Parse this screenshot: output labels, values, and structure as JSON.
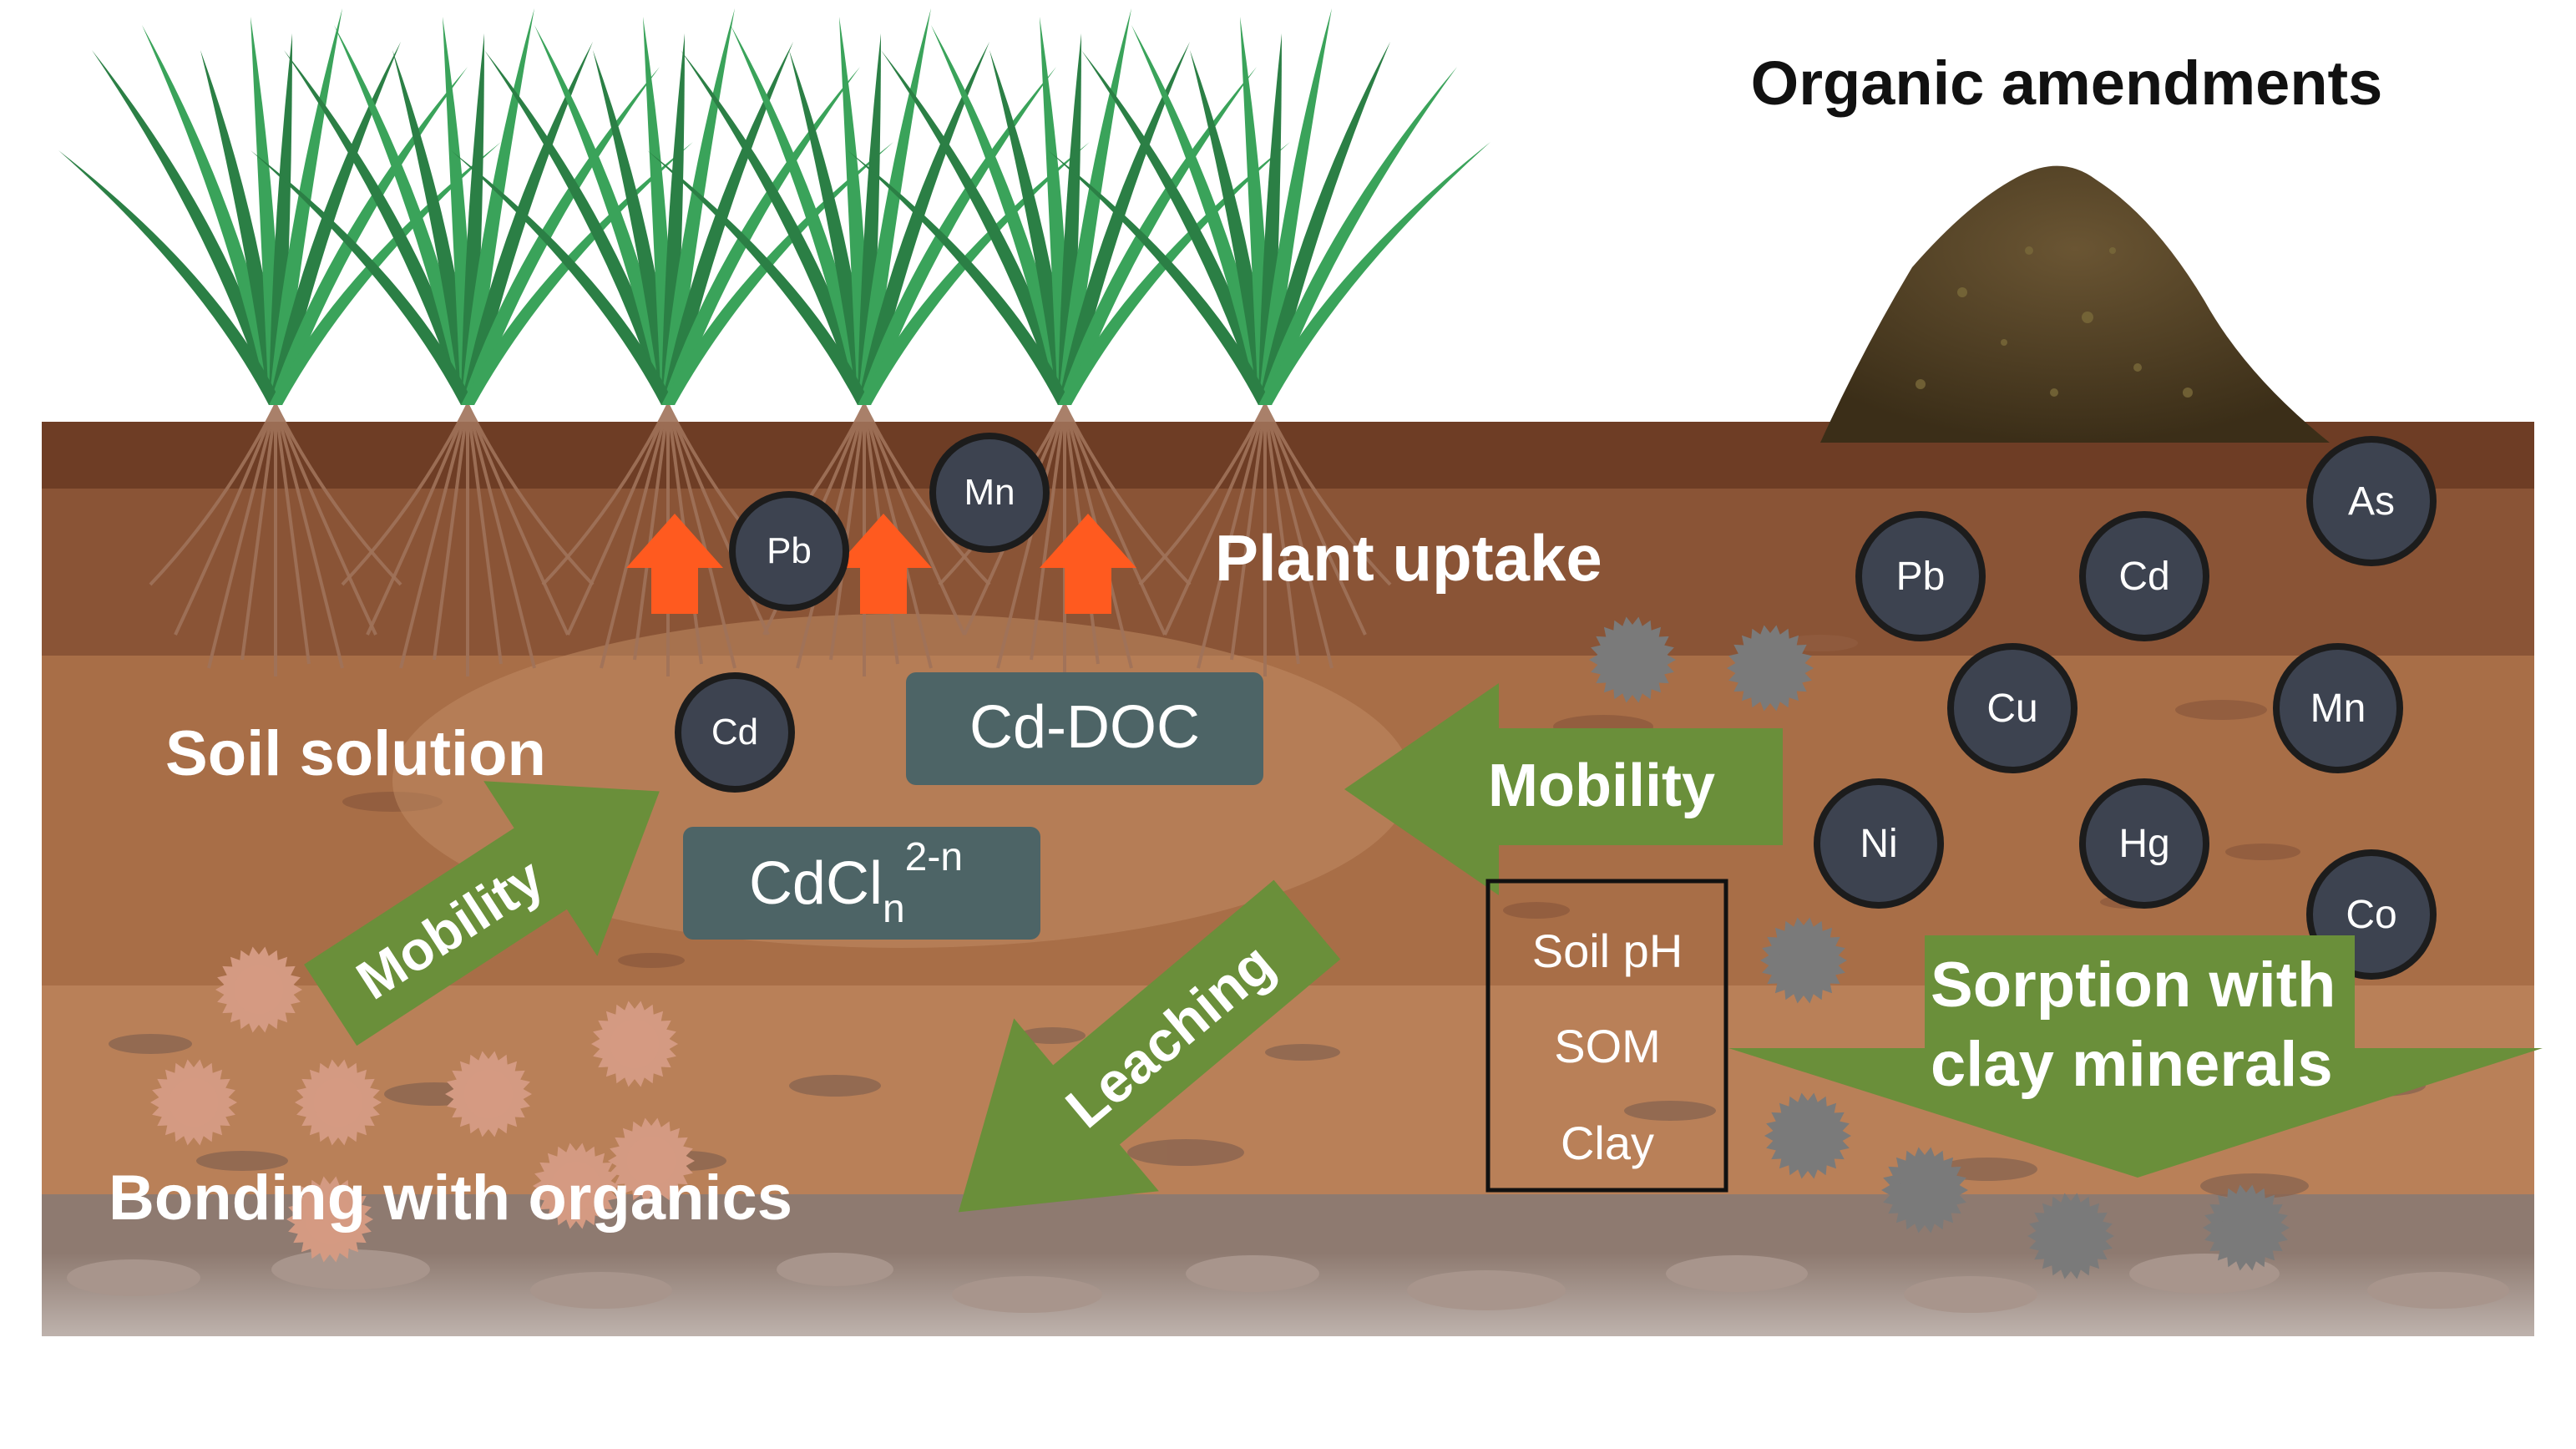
{
  "labels": {
    "organic_amendments": "Organic amendments",
    "plant_uptake": "Plant uptake",
    "soil_solution": "Soil solution",
    "bonding_with_organics": "Bonding with organics",
    "mobility_left": "Mobility",
    "mobility_right": "Mobility",
    "leaching": "Leaching",
    "sorption_line1": "Sorption with",
    "sorption_line2": "clay minerals"
  },
  "complexes": {
    "cd_doc": "Cd-DOC",
    "cdcl_base": "CdCl",
    "cdcl_sub": "n",
    "cdcl_sup": "2-n"
  },
  "factors": {
    "items": [
      "Soil pH",
      "SOM",
      "Clay"
    ]
  },
  "ions": {
    "uptake": [
      "Pb",
      "Mn"
    ],
    "solution": [
      "Cd"
    ],
    "amendment": [
      "Pb",
      "Cd",
      "As",
      "Cu",
      "Mn",
      "Ni",
      "Hg",
      "Co"
    ]
  },
  "colors": {
    "arrow_green": "#6a8f3a",
    "uptake_arrow": "#ff5a1f",
    "ion_fill": "#3d4350",
    "complex_fill": "#4d6466",
    "plant_green": "#2f8f4e",
    "compost": "#4a3a22"
  }
}
